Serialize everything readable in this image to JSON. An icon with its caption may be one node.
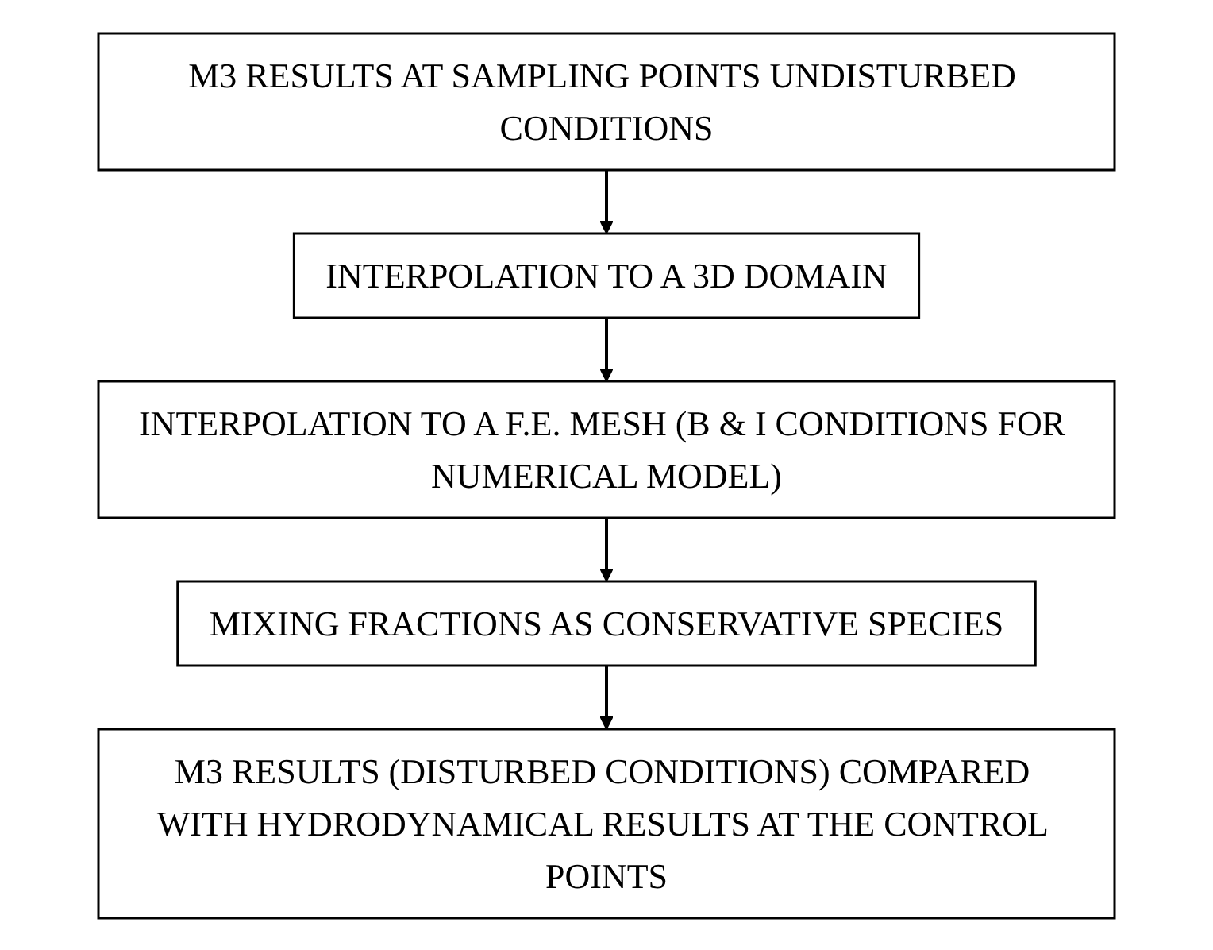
{
  "diagram": {
    "nodes": [
      {
        "text": [
          "M3 RESULTS AT SAMPLING POINTS UNDISTURBED CONDITIONS"
        ]
      },
      {
        "text": [
          "INTERPOLATION TO A 3D DOMAIN"
        ]
      },
      {
        "text": [
          "INTERPOLATION TO A F.E. MESH (B & I CONDITIONS FOR NUMERICAL MODEL)"
        ]
      },
      {
        "text": [
          "MIXING FRACTIONS AS CONSERVATIVE SPECIES"
        ]
      },
      {
        "text": [
          "M3 RESULTS (DISTURBED CONDITIONS) COMPARED WITH HYDRODYNAMICAL RESULTS AT THE CONTROL POINTS"
        ]
      }
    ],
    "edges": [
      {
        "from": 0,
        "to": 1,
        "arrow": "to"
      },
      {
        "from": 1,
        "to": 2,
        "arrow": "to"
      },
      {
        "from": 2,
        "to": 3,
        "arrow": "to"
      },
      {
        "from": 3,
        "to": 4,
        "arrow": "to"
      }
    ]
  }
}
